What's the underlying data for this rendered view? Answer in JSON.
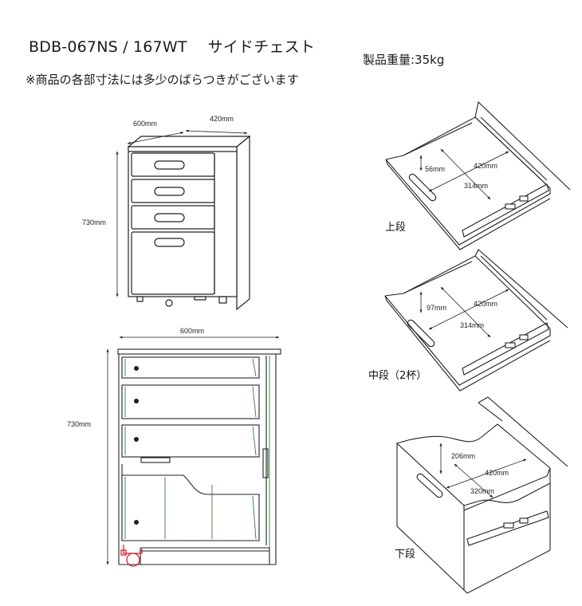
{
  "header": {
    "model": "BDB-067NS / 167WT",
    "product_name": "サイドチェスト",
    "weight": "製品重量:35kg",
    "note": "※商品の各部寸法には多少のばらつきがございます"
  },
  "front_view": {
    "width_label": "600mm",
    "depth_label": "420mm",
    "height_label": "730mm"
  },
  "section_view": {
    "width_label": "600mm",
    "height_label": "730mm"
  },
  "drawers": [
    {
      "label": "上段",
      "height_label": "56mm",
      "depth_label": "420mm",
      "width_label": "314mm"
    },
    {
      "label": "中段（2杯）",
      "height_label": "97mm",
      "depth_label": "420mm",
      "width_label": "314mm"
    },
    {
      "label": "下段",
      "height_label": "206mm",
      "depth_label": "420mm",
      "width_label": "320mm"
    }
  ],
  "colors": {
    "line": "#222222",
    "accent_red": "#d2232a"
  }
}
